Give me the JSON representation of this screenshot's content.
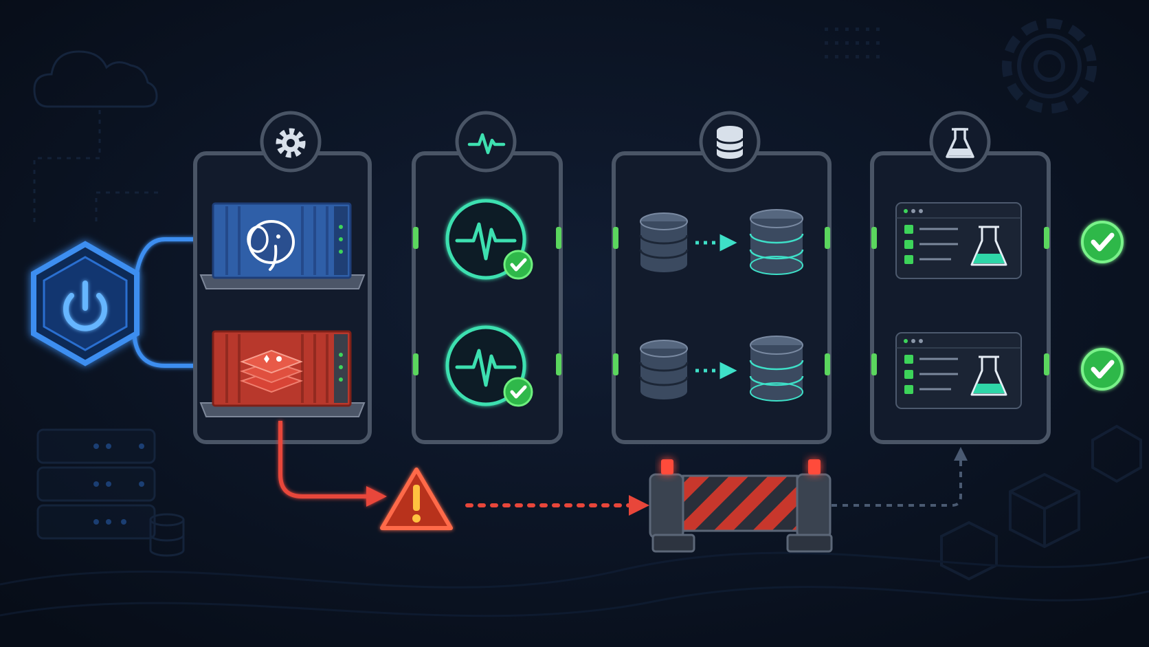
{
  "diagram": {
    "description_free": true,
    "stages": [
      {
        "id": "containers",
        "icon": "gear-icon",
        "status": "ok"
      },
      {
        "id": "health",
        "icon": "heartbeat-icon",
        "status": "ok"
      },
      {
        "id": "migrate",
        "icon": "database-icon",
        "status": "ok"
      },
      {
        "id": "tests",
        "icon": "flask-icon",
        "status": "ok"
      }
    ],
    "lanes": [
      {
        "id": "postgres",
        "container_icon": "elephant-icon",
        "container_color": "#2f5fa8",
        "result_icon": "check-icon"
      },
      {
        "id": "redis",
        "container_icon": "redis-stack-icon",
        "container_color": "#b8382c",
        "result_icon": "check-icon"
      }
    ],
    "failure_path": {
      "icon": "warning-icon",
      "blocker": "barrier-icon",
      "color": "#e8463a"
    },
    "trigger": {
      "icon": "power-icon",
      "color": "#3d8ef0"
    },
    "colors": {
      "background": "#0b1322",
      "panel": "#121b2c",
      "panel_border": "#4a5566",
      "flow": "#3ee0c8",
      "success": "#3dd45a",
      "failure": "#e8463a",
      "trigger": "#3d8ef0"
    }
  }
}
